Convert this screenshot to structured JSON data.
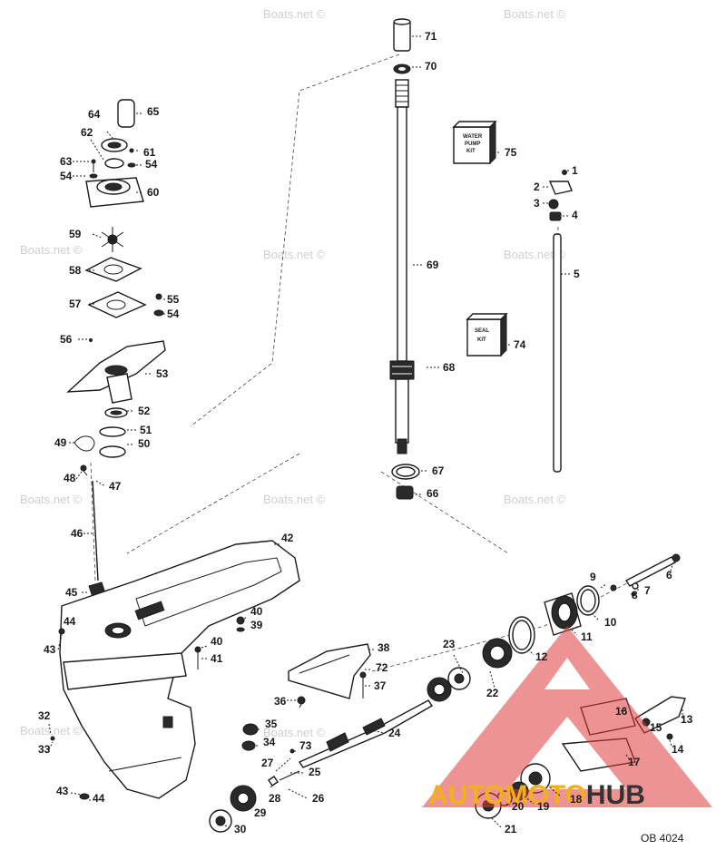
{
  "diagram": {
    "code": "OB 4024",
    "kit_labels": {
      "water_pump_kit": [
        "WATER",
        "PUMP",
        "KIT"
      ],
      "seal_kit": [
        "SEAL",
        "KIT"
      ]
    },
    "watermark": "Boats.net ©",
    "logo": {
      "part1": "AUTO",
      "part2": "MOTO",
      "part3": "HUB",
      "color_primary": "#f2b01e",
      "color_triangle": "#e03a3a"
    },
    "callouts": [
      {
        "n": "71"
      },
      {
        "n": "70"
      },
      {
        "n": "69"
      },
      {
        "n": "68"
      },
      {
        "n": "67"
      },
      {
        "n": "66"
      },
      {
        "n": "75"
      },
      {
        "n": "74"
      },
      {
        "n": "1"
      },
      {
        "n": "2"
      },
      {
        "n": "3"
      },
      {
        "n": "4"
      },
      {
        "n": "5"
      },
      {
        "n": "65"
      },
      {
        "n": "64"
      },
      {
        "n": "62"
      },
      {
        "n": "61"
      },
      {
        "n": "54"
      },
      {
        "n": "63"
      },
      {
        "n": "54"
      },
      {
        "n": "60"
      },
      {
        "n": "59"
      },
      {
        "n": "58"
      },
      {
        "n": "57"
      },
      {
        "n": "55"
      },
      {
        "n": "54"
      },
      {
        "n": "56"
      },
      {
        "n": "53"
      },
      {
        "n": "52"
      },
      {
        "n": "51"
      },
      {
        "n": "50"
      },
      {
        "n": "49"
      },
      {
        "n": "48"
      },
      {
        "n": "47"
      },
      {
        "n": "46"
      },
      {
        "n": "45"
      },
      {
        "n": "42"
      },
      {
        "n": "44"
      },
      {
        "n": "43"
      },
      {
        "n": "40"
      },
      {
        "n": "39"
      },
      {
        "n": "40"
      },
      {
        "n": "41"
      },
      {
        "n": "32"
      },
      {
        "n": "33"
      },
      {
        "n": "43"
      },
      {
        "n": "44"
      },
      {
        "n": "38"
      },
      {
        "n": "37"
      },
      {
        "n": "72"
      },
      {
        "n": "36"
      },
      {
        "n": "35"
      },
      {
        "n": "34"
      },
      {
        "n": "73"
      },
      {
        "n": "27"
      },
      {
        "n": "25"
      },
      {
        "n": "28"
      },
      {
        "n": "26"
      },
      {
        "n": "29"
      },
      {
        "n": "30"
      },
      {
        "n": "24"
      },
      {
        "n": "23"
      },
      {
        "n": "22"
      },
      {
        "n": "12"
      },
      {
        "n": "11"
      },
      {
        "n": "10"
      },
      {
        "n": "9"
      },
      {
        "n": "6"
      },
      {
        "n": "8"
      },
      {
        "n": "7"
      },
      {
        "n": "16"
      },
      {
        "n": "15"
      },
      {
        "n": "13"
      },
      {
        "n": "14"
      },
      {
        "n": "17"
      },
      {
        "n": "18"
      },
      {
        "n": "19"
      },
      {
        "n": "20"
      },
      {
        "n": "21"
      }
    ]
  }
}
